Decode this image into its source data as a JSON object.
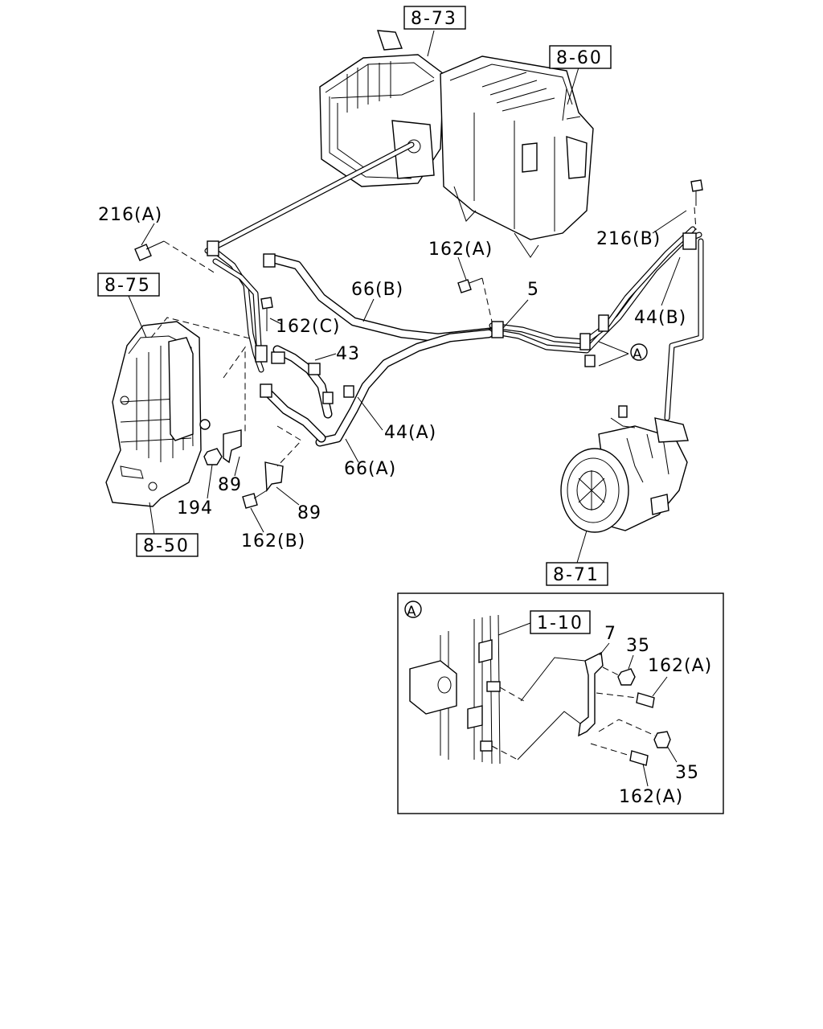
{
  "diagram": {
    "refs": {
      "r_8_73": "8-73",
      "r_8_60": "8-60",
      "r_8_75": "8-75",
      "r_8_50": "8-50",
      "r_8_71": "8-71",
      "r_1_10": "1-10"
    },
    "labels": {
      "l_216A": "216(A)",
      "l_216B": "216(B)",
      "l_162A_top": "162(A)",
      "l_66B": "66(B)",
      "l_5": "5",
      "l_44B": "44(B)",
      "l_162C": "162(C)",
      "l_43": "43",
      "l_A_main": "A",
      "l_44A": "44(A)",
      "l_66A": "66(A)",
      "l_89_left": "89",
      "l_194": "194",
      "l_89_right": "89",
      "l_162B": "162(B)"
    },
    "inset": {
      "marker": "A",
      "l_7": "7",
      "l_35_top": "35",
      "l_162A_1": "162(A)",
      "l_35_bottom": "35",
      "l_162A_2": "162(A)"
    }
  }
}
